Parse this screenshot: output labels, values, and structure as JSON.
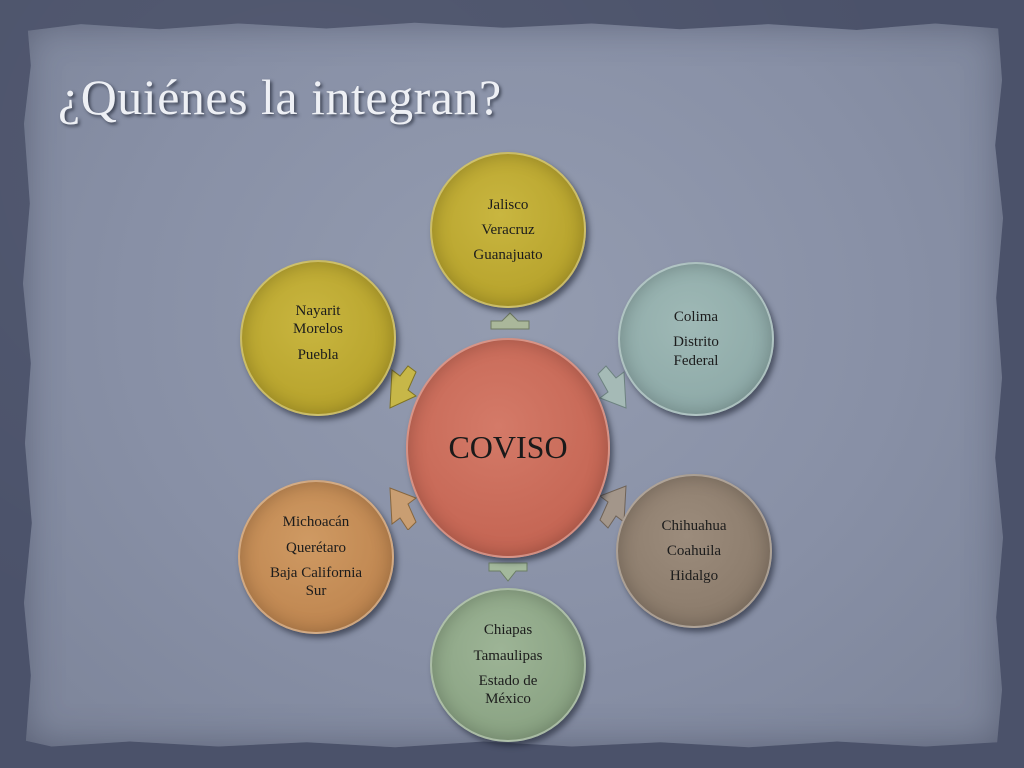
{
  "slide": {
    "title": "¿Quiénes la integran?"
  },
  "diagram": {
    "center": "COVISO",
    "nodes": [
      {
        "lines": [
          "Jalisco",
          "Veracruz",
          "Guanajuato"
        ],
        "color": "#b7a32c"
      },
      {
        "lines": [
          "Colima",
          "Distrito Federal"
        ],
        "color": "#8eaaa8"
      },
      {
        "lines": [
          "Chihuahua",
          "Coahuila",
          "Hidalgo"
        ],
        "color": "#8b7b6b"
      },
      {
        "lines": [
          "Chiapas",
          "Tamaulipas",
          "Estado de México"
        ],
        "color": "#8aa383"
      },
      {
        "lines": [
          "Michoacán",
          "Querétaro",
          "Baja California Sur"
        ],
        "color": "#bf8650"
      },
      {
        "lines": [
          "Nayarit Morelos",
          "Puebla"
        ],
        "color": "#b7a32c"
      }
    ],
    "center_color": "#c56654"
  }
}
